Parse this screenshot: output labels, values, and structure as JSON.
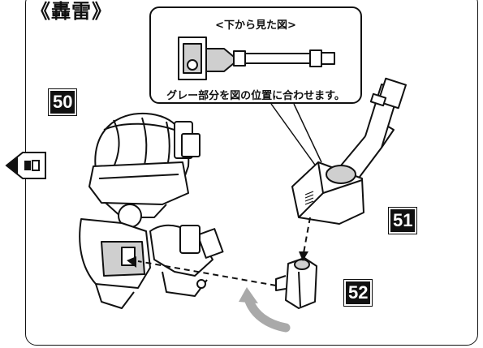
{
  "title": "《轟雷》",
  "callout": {
    "title": "<下から見た図>",
    "note": "グレー部分を図の位置に合わせます。"
  },
  "parts": [
    {
      "number": "50"
    },
    {
      "number": "51"
    },
    {
      "number": "52"
    }
  ],
  "colors": {
    "ink": "#111111",
    "highlight_gray": "#cfcfcf",
    "arrow_gray": "#a9a9a9"
  },
  "icons": {
    "side_marker": "arrow-marker-icon"
  }
}
